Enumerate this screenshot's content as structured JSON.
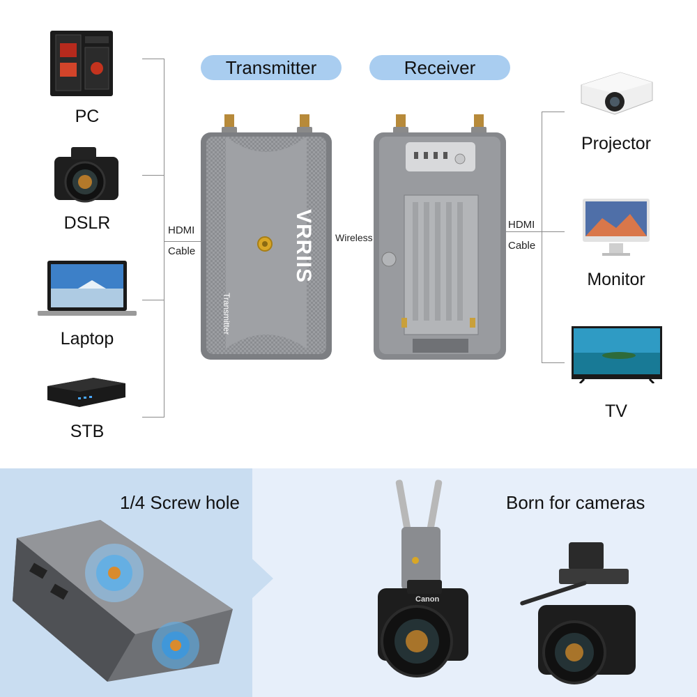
{
  "header": {
    "transmitter_label": "Transmitter",
    "receiver_label": "Receiver"
  },
  "sources": [
    {
      "label": "PC",
      "icon": "pc-tower-icon"
    },
    {
      "label": "DSLR",
      "icon": "dslr-camera-icon"
    },
    {
      "label": "Laptop",
      "icon": "laptop-icon"
    },
    {
      "label": "STB",
      "icon": "set-top-box-icon"
    }
  ],
  "displays": [
    {
      "label": "Projector",
      "icon": "projector-icon"
    },
    {
      "label": "Monitor",
      "icon": "monitor-icon"
    },
    {
      "label": "TV",
      "icon": "tv-icon"
    }
  ],
  "connections": {
    "input_hdmi": "HDMI",
    "input_cable": "Cable",
    "wireless": "Wireless",
    "output_hdmi": "HDMI",
    "output_cable": "Cable"
  },
  "device": {
    "brand": "VRRIIS",
    "front_text": "Transmitter"
  },
  "bottom": {
    "screw_hole_title": "1/4 Screw hole",
    "cameras_title": "Born for cameras",
    "camera_brand": "Canon"
  },
  "colors": {
    "pill": "#a9cdf0",
    "panel_left": "#c9ddf1",
    "panel_right": "#e7effa",
    "device_body": "#8e9094",
    "accent_orange": "#e2702a"
  }
}
